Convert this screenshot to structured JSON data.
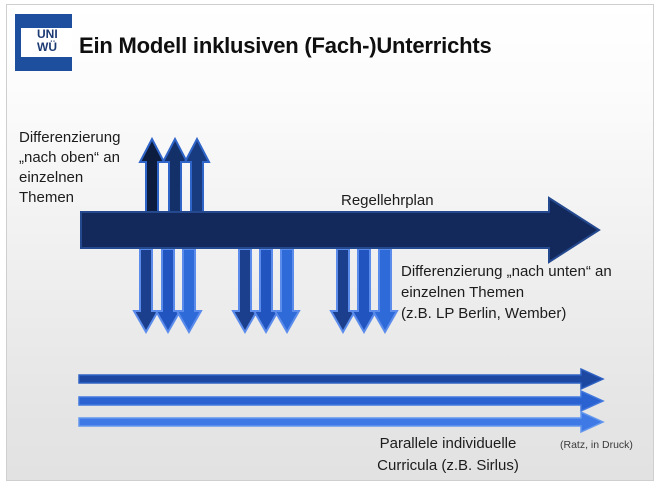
{
  "logo": {
    "line1": "UNI",
    "line2": "WÜ"
  },
  "header": {
    "title": "Ein Modell inklusiven (Fach-)Unterrichts"
  },
  "diagram": {
    "label_diff_oben": "Differenzierung\n„nach oben“ an\neinzelnen\nThemen",
    "label_regellehrplan": "Regellehrplan",
    "label_diff_unten": "Differenzierung „nach unten“ an\neinzelnen Themen\n(z.B. LP Berlin, Wember)",
    "label_parallele": "Parallele individuelle\nCurricula (z.B. Sirlus)",
    "citation": "(Ratz, in Druck)",
    "structure": {
      "main_arrow": {
        "direction": "right",
        "label": "Regellehrplan"
      },
      "up_arrow_group": {
        "count": 3,
        "direction": "up"
      },
      "down_arrow_groups": [
        {
          "count": 3,
          "direction": "down"
        },
        {
          "count": 3,
          "direction": "down"
        },
        {
          "count": 3,
          "direction": "down"
        }
      ],
      "parallel_arrows": {
        "count": 3,
        "direction": "right"
      }
    }
  },
  "colors": {
    "logo_blue": "#1e4f9e",
    "logo_text_navy": "#1b3a73",
    "main_arrow_navy": "#14295b",
    "up_arrow_fills": [
      "#0d1d40",
      "#143069",
      "#183a7e"
    ],
    "up_arrow_stroke": "#2f64c8",
    "down_arrow_fills": [
      "#1b3e8d",
      "#2254bf",
      "#2f6ad9"
    ],
    "down_arrow_stroke": "#5b8cec",
    "parallel_arrow_fills": [
      "#1c48a2",
      "#2a62d2",
      "#3e79e6"
    ],
    "slide_bg_bottom": "#e2e2e2"
  }
}
